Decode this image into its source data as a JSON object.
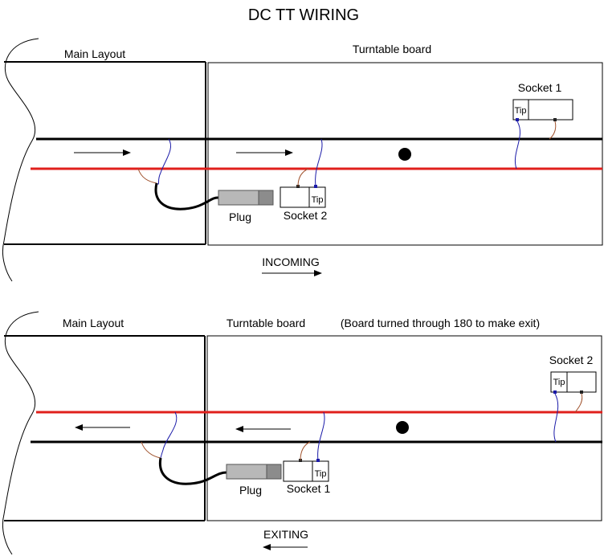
{
  "title": "DC TT WIRING",
  "incoming": {
    "main_layout_label": "Main Layout",
    "turntable_label": "Turntable board",
    "socket_top_label": "Socket 1",
    "socket_bottom_label": "Socket 2",
    "plug_label": "Plug",
    "tip_label": "Tip",
    "direction_label": "INCOMING"
  },
  "exiting": {
    "main_layout_label": "Main Layout",
    "turntable_label": "Turntable board",
    "note": "(Board turned through 180 to make exit)",
    "socket_top_label": "Socket 2",
    "socket_bottom_label": "Socket 1",
    "plug_label": "Plug",
    "tip_label": "Tip",
    "direction_label": "EXITING"
  },
  "colors": {
    "rail_black": "#000000",
    "rail_red": "#e0201c",
    "wire_blue": "#1a1aa8",
    "wire_brown": "#a0522d",
    "plug_light": "#b8b8b8",
    "plug_dark": "#8c8c8c"
  }
}
